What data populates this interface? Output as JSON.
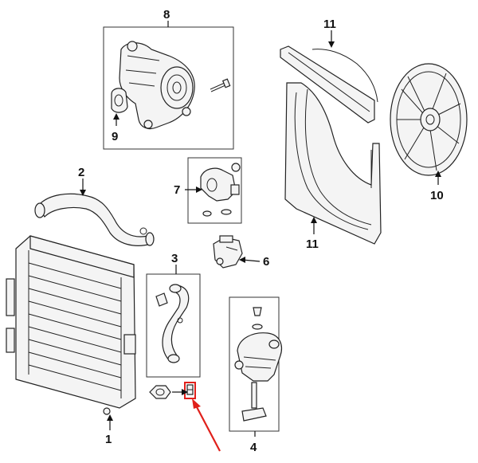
{
  "diagram": {
    "callouts": [
      {
        "id": "c1",
        "text": "1"
      },
      {
        "id": "c2",
        "text": "2"
      },
      {
        "id": "c3",
        "text": "3"
      },
      {
        "id": "c4",
        "text": "4"
      },
      {
        "id": "c6",
        "text": "6"
      },
      {
        "id": "c7",
        "text": "7"
      },
      {
        "id": "c8",
        "text": "8"
      },
      {
        "id": "c9",
        "text": "9"
      },
      {
        "id": "c10",
        "text": "10"
      },
      {
        "id": "c11a",
        "text": "11"
      },
      {
        "id": "c11b",
        "text": "11"
      }
    ],
    "colors": {
      "line": "#222222",
      "highlight": "#e0201b",
      "background": "#ffffff"
    }
  }
}
